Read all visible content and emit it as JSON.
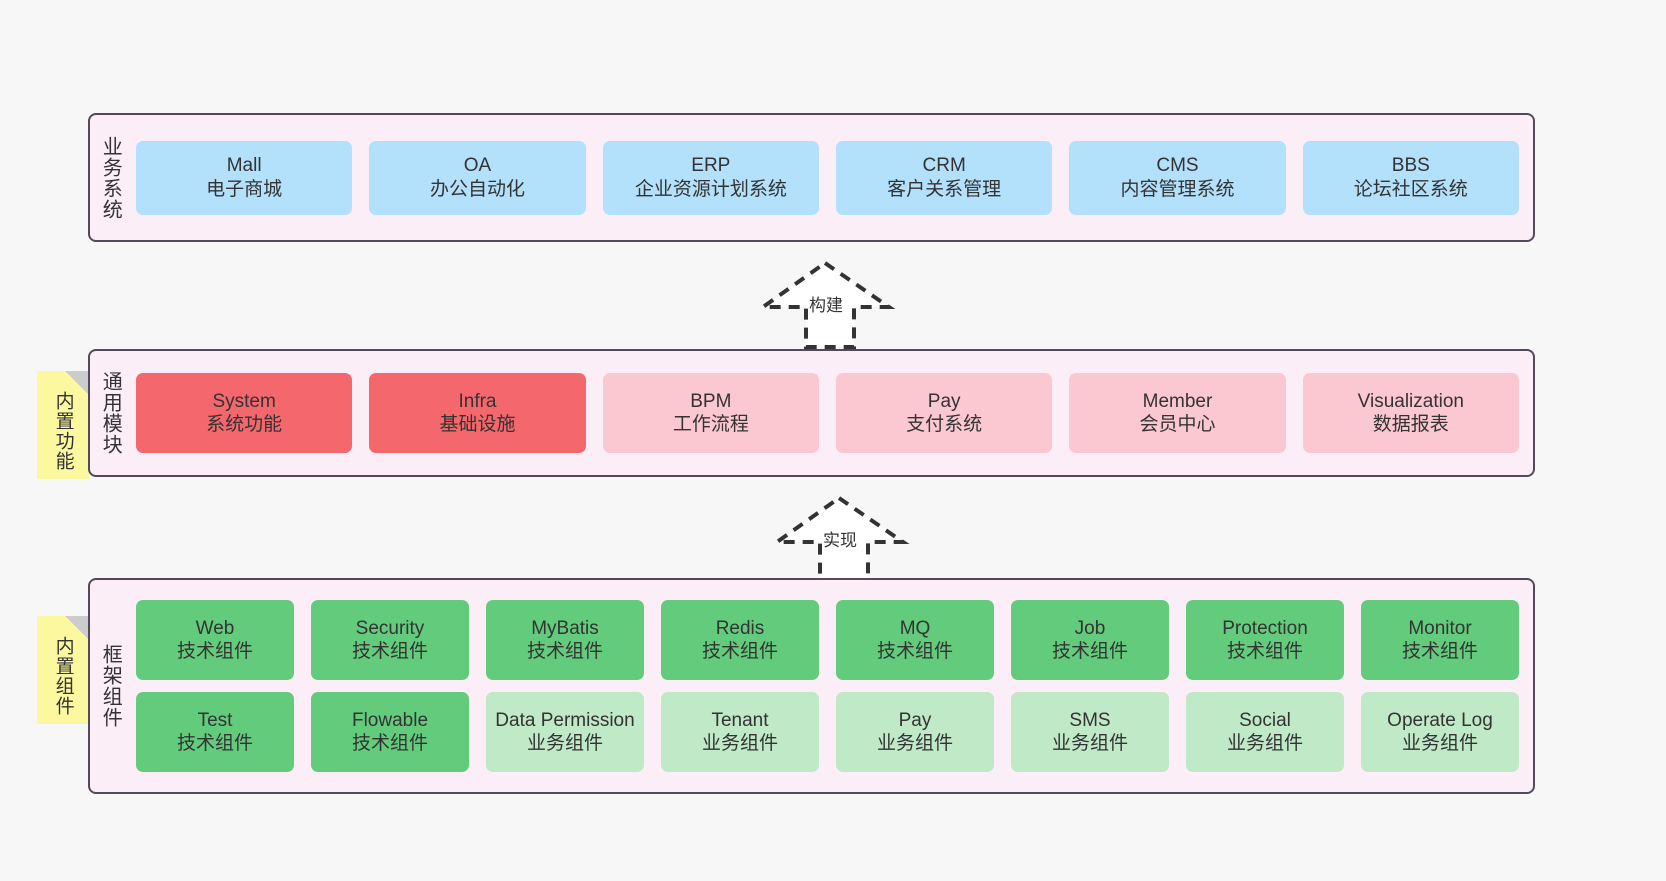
{
  "diagram": {
    "background_color": "#f7f7f7",
    "layer_fill": "#fbeef7",
    "layer_border": "#53495a"
  },
  "layers": [
    {
      "id": "business",
      "title": "业务系统",
      "accent": "#b3e0fb",
      "rows": [
        [
          {
            "title": "Mall",
            "sub": "电子商城",
            "style": "blue"
          },
          {
            "title": "OA",
            "sub": "办公自动化",
            "style": "blue"
          },
          {
            "title": "ERP",
            "sub": "企业资源计划系统",
            "style": "blue"
          },
          {
            "title": "CRM",
            "sub": "客户关系管理",
            "style": "blue"
          },
          {
            "title": "CMS",
            "sub": "内容管理系统",
            "style": "blue"
          },
          {
            "title": "BBS",
            "sub": "论坛社区系统",
            "style": "blue"
          }
        ]
      ]
    },
    {
      "id": "common",
      "title": "通用模块",
      "accent": "#f4676d",
      "rows": [
        [
          {
            "title": "System",
            "sub": "系统功能",
            "style": "red"
          },
          {
            "title": "Infra",
            "sub": "基础设施",
            "style": "red"
          },
          {
            "title": "BPM",
            "sub": "工作流程",
            "style": "pink"
          },
          {
            "title": "Pay",
            "sub": "支付系统",
            "style": "pink"
          },
          {
            "title": "Member",
            "sub": "会员中心",
            "style": "pink"
          },
          {
            "title": "Visualization",
            "sub": "数据报表",
            "style": "pink"
          }
        ]
      ]
    },
    {
      "id": "framework",
      "title": "框架组件",
      "accent": "#63cc7c",
      "rows": [
        [
          {
            "title": "Web",
            "sub": "技术组件",
            "style": "green"
          },
          {
            "title": "Security",
            "sub": "技术组件",
            "style": "green"
          },
          {
            "title": "MyBatis",
            "sub": "技术组件",
            "style": "green"
          },
          {
            "title": "Redis",
            "sub": "技术组件",
            "style": "green"
          },
          {
            "title": "MQ",
            "sub": "技术组件",
            "style": "green"
          },
          {
            "title": "Job",
            "sub": "技术组件",
            "style": "green"
          },
          {
            "title": "Protection",
            "sub": "技术组件",
            "style": "green"
          },
          {
            "title": "Monitor",
            "sub": "技术组件",
            "style": "green"
          }
        ],
        [
          {
            "title": "Test",
            "sub": "技术组件",
            "style": "green"
          },
          {
            "title": "Flowable",
            "sub": "技术组件",
            "style": "green"
          },
          {
            "title": "Data Permission",
            "sub": "业务组件",
            "style": "lgreen"
          },
          {
            "title": "Tenant",
            "sub": "业务组件",
            "style": "lgreen"
          },
          {
            "title": "Pay",
            "sub": "业务组件",
            "style": "lgreen"
          },
          {
            "title": "SMS",
            "sub": "业务组件",
            "style": "lgreen"
          },
          {
            "title": "Social",
            "sub": "业务组件",
            "style": "lgreen"
          },
          {
            "title": "Operate Log",
            "sub": "业务组件",
            "style": "lgreen"
          }
        ]
      ]
    }
  ],
  "sticky_notes": [
    {
      "id": "func",
      "text": "内置功能",
      "color": "#fcf8a0"
    },
    {
      "id": "comp",
      "text": "内置组件",
      "color": "#fcf8a0"
    }
  ],
  "arrows": [
    {
      "id": "build",
      "label": "构建",
      "direction": "up",
      "style": "dashed-hollow"
    },
    {
      "id": "implement",
      "label": "实现",
      "direction": "up",
      "style": "dashed-hollow"
    }
  ]
}
